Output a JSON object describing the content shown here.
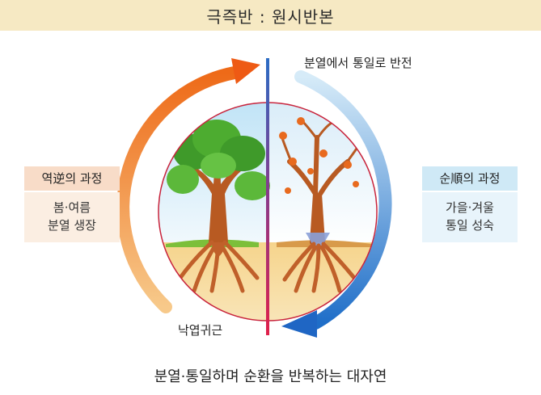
{
  "title": "극즉반 : 원시반본",
  "top_caption": "분열에서 통일로 반전",
  "bottom_left_caption": "낙엽귀근",
  "bottom_caption": "분열·통일하며 순환을 반복하는 대자연",
  "left_box": {
    "header": "역逆의 과정",
    "line1": "봄·여름",
    "line2": "분열 생장"
  },
  "right_box": {
    "header": "순順의 과정",
    "line1": "가을·겨울",
    "line2": "통일 성숙"
  },
  "colors": {
    "orange_arrow": "#f0781e",
    "blue_arrow": "#2a7fd0",
    "divider_top": "#2b6cc4",
    "divider_bottom": "#e0204a",
    "circle_outline": "#c8243c"
  }
}
